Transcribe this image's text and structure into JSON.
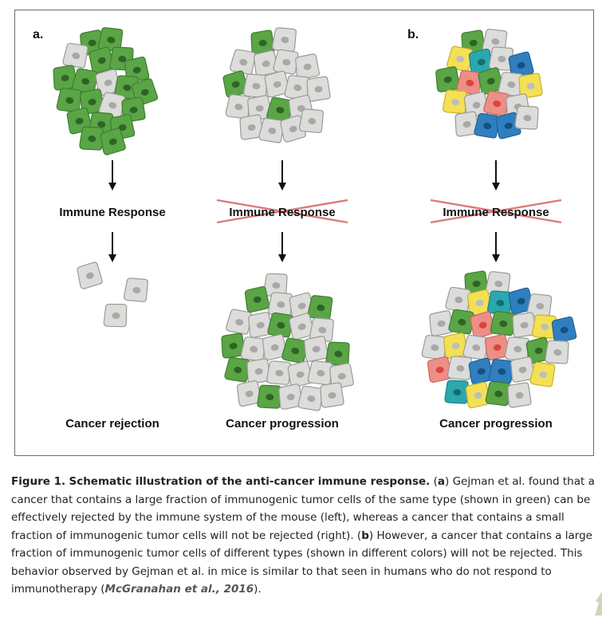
{
  "figure": {
    "panel_a_letter": "a.",
    "panel_b_letter": "b.",
    "labels": {
      "immune_1": "Immune Response",
      "immune_2": "Immune Response",
      "immune_3": "Immune Response",
      "outcome_1": "Cancer rejection",
      "outcome_2": "Cancer progression",
      "outcome_3": "Cancer progression"
    }
  },
  "caption": {
    "figure_label": "Figure 1.",
    "title": "Schematic illustration of the anti-cancer immune response.",
    "a_open": "(",
    "a_letter": "a",
    "a_close": ")",
    "text_a": "Gejman et al. found that a cancer that contains a large fraction of immunogenic tumor cells of the same type (shown in green) can be effectively rejected by the immune system of the mouse (left), whereas a cancer that contains a small fraction of immunogenic tumor cells will not be rejected (right).",
    "b_open": "(",
    "b_letter": "b",
    "b_close": ")",
    "text_b": "However, a cancer that contains a large fraction of immunogenic tumor cells of different types (shown in different colors) will not be rejected. This behavior observed by Gejman et al. in mice is similar to that seen in humans who do not respond to immunotherapy (",
    "citation": "McGranahan et al., 2016",
    "end": ")."
  },
  "colors": {
    "green": "#5aa546",
    "gray": "#dcdcda",
    "yellow": "#f3e055",
    "blue": "#2f7fc0",
    "teal": "#2aa8ae",
    "pink": "#ec8f86",
    "cross_red": "#d97b75"
  }
}
